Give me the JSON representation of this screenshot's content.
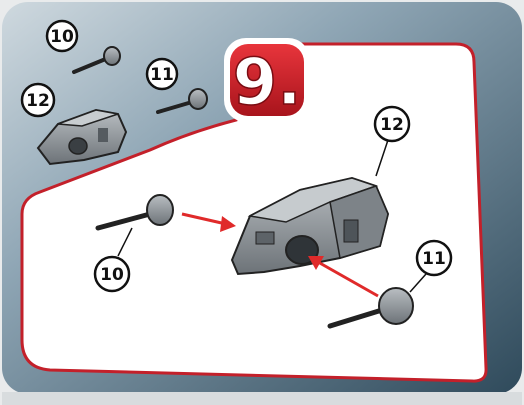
{
  "step": {
    "number": "9."
  },
  "parts_overview": [
    {
      "id": "part-10",
      "label": "10"
    },
    {
      "id": "part-11",
      "label": "11"
    },
    {
      "id": "part-12",
      "label": "12"
    }
  ],
  "assembly_callouts": [
    {
      "id": "callout-12",
      "label": "12"
    },
    {
      "id": "callout-10",
      "label": "10"
    },
    {
      "id": "callout-11",
      "label": "11"
    }
  ],
  "colors": {
    "panel_dark": "#3b5566",
    "panel_light": "#9fb4c1",
    "white_area": "#ffffff",
    "accent_red": "#c3202a",
    "arrow_red": "#e02a2a",
    "part_gray": "#8d9296"
  }
}
